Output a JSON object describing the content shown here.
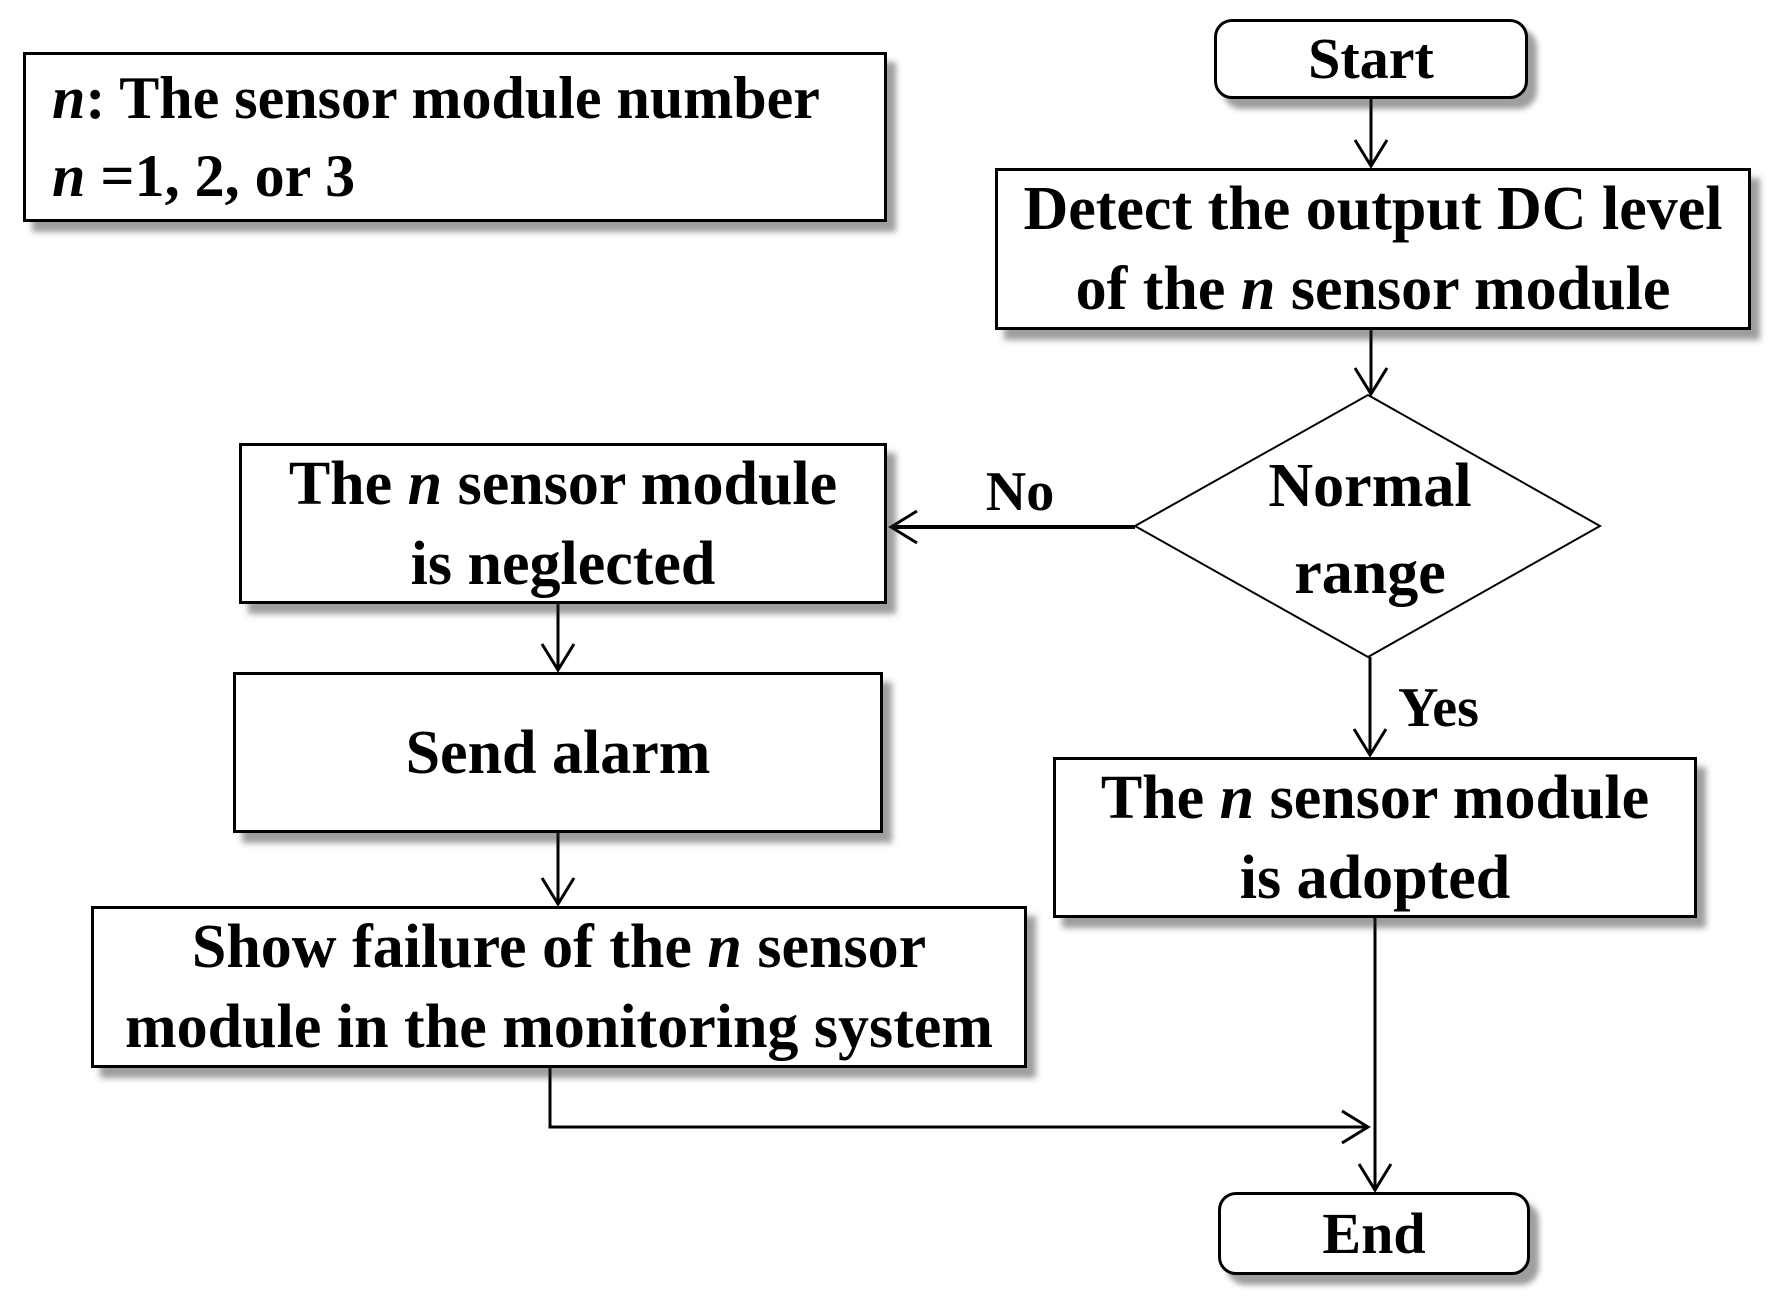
{
  "note": {
    "line1": [
      {
        "t": "n",
        "i": true
      },
      {
        "t": ": The sensor module number",
        "i": false
      }
    ],
    "line2": [
      {
        "t": "n",
        "i": true
      },
      {
        "t": " =1, 2, or 3",
        "i": false
      }
    ]
  },
  "nodes": {
    "start": {
      "type": "terminator",
      "label": "Start"
    },
    "detect": {
      "type": "process",
      "line1": "Detect the output DC level",
      "line2": [
        {
          "t": "of the ",
          "i": false
        },
        {
          "t": "n",
          "i": true
        },
        {
          "t": " sensor module",
          "i": false
        }
      ]
    },
    "decision": {
      "type": "decision",
      "line1": "Normal",
      "line2": "range"
    },
    "neglected": {
      "type": "process",
      "line1": [
        {
          "t": "The ",
          "i": false
        },
        {
          "t": "n",
          "i": true
        },
        {
          "t": " sensor module",
          "i": false
        }
      ],
      "line2": "is neglected"
    },
    "send_alarm": {
      "type": "process",
      "label": "Send alarm"
    },
    "show_failure": {
      "type": "process",
      "line1": [
        {
          "t": "Show failure of the ",
          "i": false
        },
        {
          "t": "n",
          "i": true
        },
        {
          "t": " sensor",
          "i": false
        }
      ],
      "line2": "module in the monitoring system"
    },
    "adopted": {
      "type": "process",
      "line1": [
        {
          "t": "The ",
          "i": false
        },
        {
          "t": "n",
          "i": true
        },
        {
          "t": " sensor module",
          "i": false
        }
      ],
      "line2": "is adopted"
    },
    "end": {
      "type": "terminator",
      "label": "End"
    }
  },
  "edges": {
    "no_label": "No",
    "yes_label": "Yes"
  },
  "colors": {
    "stroke": "#000000",
    "node_fill": "#ffffff",
    "background": "#ffffff",
    "shadow": "#6e6e6e"
  }
}
